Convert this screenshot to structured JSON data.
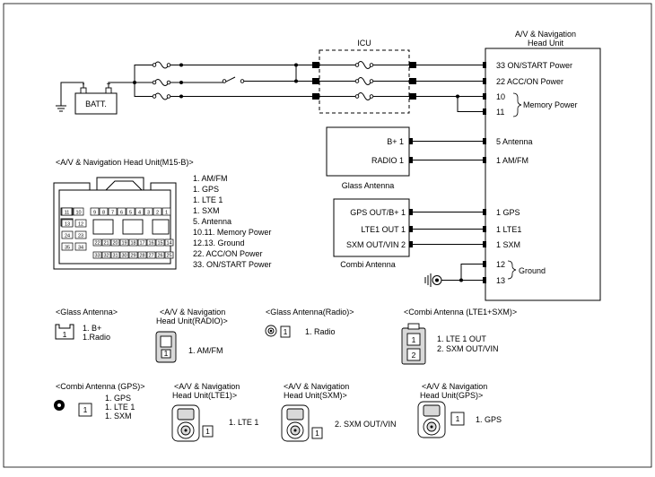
{
  "head_unit": {
    "title_line1": "A/V & Navigation",
    "title_line2": "Head Unit",
    "pins": [
      "33 ON/START Power",
      "22 ACC/ON Power",
      "10",
      "11",
      "5 Antenna",
      "1 AM/FM",
      "1 GPS",
      "1 LTE1",
      "1 SXM",
      "12",
      "13"
    ],
    "memory_power_label": "Memory Power",
    "ground_label": "Ground"
  },
  "icu": {
    "label": "ICU"
  },
  "battery": {
    "label": "BATT.",
    "minus": "-",
    "plus": "+"
  },
  "glass_antenna": {
    "pins": [
      "B+ 1",
      "RADIO 1"
    ],
    "label": "Glass Antenna"
  },
  "combi_antenna": {
    "pins": [
      "GPS OUT/B+ 1",
      "LTE1 OUT 1",
      "SXM OUT/VIN 2"
    ],
    "label": "Combi Antenna"
  },
  "connector_m15b": {
    "title": "<A/V & Navigation Head Unit(M15-B)>",
    "pin_numbers_row1": [
      "11",
      "10",
      "9",
      "8",
      "7",
      "6",
      "5",
      "4",
      "3",
      "2",
      "1"
    ],
    "pin_numbers_row2": [
      "13",
      "12"
    ],
    "pin_numbers_row3": [
      "24",
      "23"
    ],
    "pin_numbers_row4": [
      "35",
      "34"
    ],
    "pin_numbers_row5": [
      "22",
      "21",
      "20",
      "19",
      "18",
      "17",
      "16",
      "15",
      "14"
    ],
    "pin_numbers_row6": [
      "33",
      "32",
      "31",
      "30",
      "29",
      "28",
      "27",
      "26",
      "25"
    ],
    "legend": [
      "1. AM/FM",
      "1. GPS",
      "1. LTE 1",
      "1. SXM",
      "5. Antenna",
      "10.11. Memory Power",
      "12.13. Ground",
      "22. ACC/ON Power",
      "33. ON/START Power"
    ]
  },
  "connectors": {
    "glass_antenna": {
      "title": "<Glass Antenna>",
      "pin": "1",
      "legend": [
        "1. B+",
        "1.Radio"
      ]
    },
    "head_unit_radio": {
      "title1": "<A/V & Navigation",
      "title2": "Head Unit(RADIO)>",
      "pin": "1",
      "legend": [
        "1. AM/FM"
      ]
    },
    "glass_antenna_radio": {
      "title": "<Glass Antenna(Radio)>",
      "pin": "1",
      "legend": [
        "1. Radio"
      ]
    },
    "combi_antenna_lte_sxm": {
      "title": "<Combi Antenna (LTE1+SXM)>",
      "pins": [
        "1",
        "2"
      ],
      "legend": [
        "1. LTE 1 OUT",
        "2. SXM OUT/VIN"
      ]
    },
    "combi_antenna_gps": {
      "title": "<Combi Antenna (GPS)>",
      "pin": "1",
      "legend": [
        "1. GPS",
        "1. LTE 1",
        "1. SXM"
      ]
    },
    "head_unit_lte1": {
      "title1": "<A/V & Navigation",
      "title2": "Head Unit(LTE1)>",
      "pin": "1",
      "legend": [
        "1. LTE 1"
      ]
    },
    "head_unit_sxm": {
      "title1": "<A/V & Navigation",
      "title2": "Head Unit(SXM)>",
      "pin": "1",
      "legend": [
        "2. SXM OUT/VIN"
      ]
    },
    "head_unit_gps": {
      "title1": "<A/V & Navigation",
      "title2": "Head Unit(GPS)>",
      "pin": "1",
      "legend": [
        "1. GPS"
      ]
    }
  }
}
